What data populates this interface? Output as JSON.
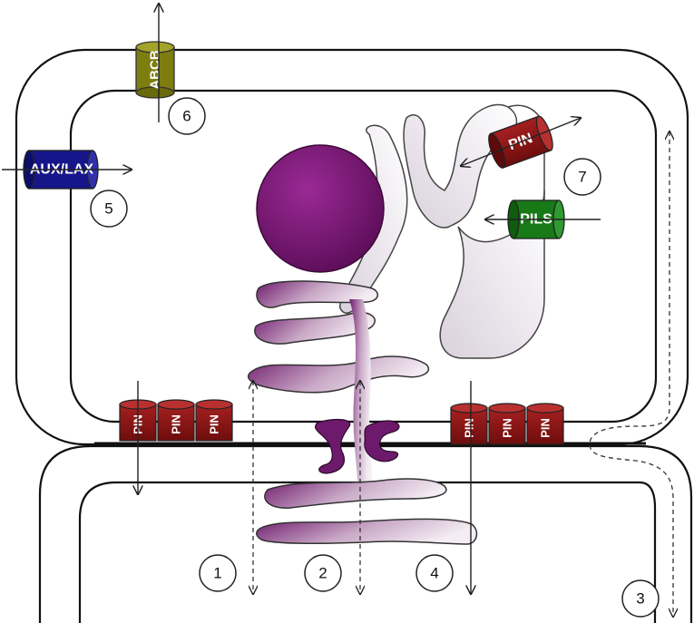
{
  "transporters": {
    "abcb": "ABCB",
    "aux_lax": "AUX/LAX",
    "pin": "PIN",
    "pils": "PILS"
  },
  "markers": [
    "1",
    "2",
    "3",
    "4",
    "5",
    "6",
    "7"
  ],
  "colors": {
    "pin": "#8b1414",
    "aux_lax": "#16168a",
    "abcb": "#7d7d10",
    "pils": "#177a17",
    "nucleus": "#6a1266",
    "er_purple": "#6e1a6c"
  }
}
